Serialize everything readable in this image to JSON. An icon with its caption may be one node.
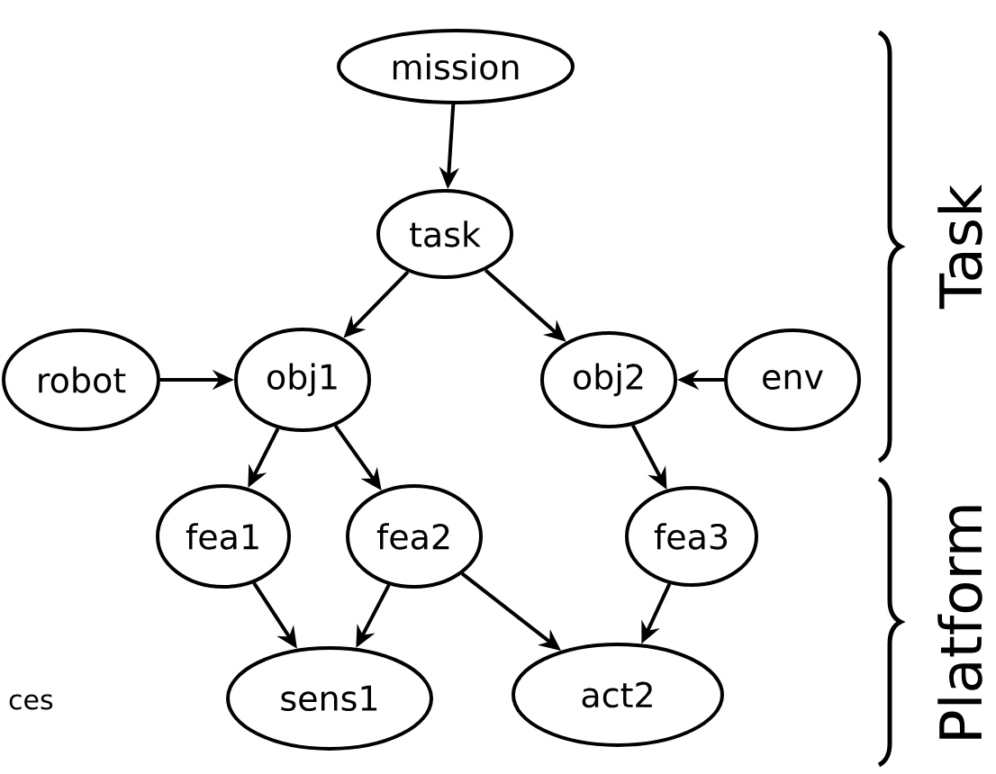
{
  "diagram": {
    "nodes": [
      {
        "text": [
          "mission"
        ]
      },
      {
        "text": [
          "task"
        ]
      },
      {
        "text": [
          "robot"
        ]
      },
      {
        "text": [
          "obj1"
        ]
      },
      {
        "text": [
          "obj2"
        ]
      },
      {
        "text": [
          "env"
        ]
      },
      {
        "text": [
          "fea1"
        ]
      },
      {
        "text": [
          "fea2"
        ]
      },
      {
        "text": [
          "fea3"
        ]
      },
      {
        "text": [
          "sens1"
        ]
      },
      {
        "text": [
          "act2"
        ]
      }
    ],
    "edges": [
      {
        "from": 0,
        "to": 1,
        "arrow": "to"
      },
      {
        "from": 1,
        "to": 3,
        "arrow": "to"
      },
      {
        "from": 1,
        "to": 4,
        "arrow": "to"
      },
      {
        "from": 2,
        "to": 3,
        "arrow": "to"
      },
      {
        "from": 5,
        "to": 4,
        "arrow": "to"
      },
      {
        "from": 3,
        "to": 6,
        "arrow": "to"
      },
      {
        "from": 3,
        "to": 7,
        "arrow": "to"
      },
      {
        "from": 4,
        "to": 8,
        "arrow": "to"
      },
      {
        "from": 6,
        "to": 9,
        "arrow": "to"
      },
      {
        "from": 7,
        "to": 9,
        "arrow": "to"
      },
      {
        "from": 7,
        "to": 10,
        "arrow": "to"
      },
      {
        "from": 8,
        "to": 10,
        "arrow": "to"
      }
    ],
    "labels": [
      "Task",
      "Platform",
      "ces"
    ]
  }
}
